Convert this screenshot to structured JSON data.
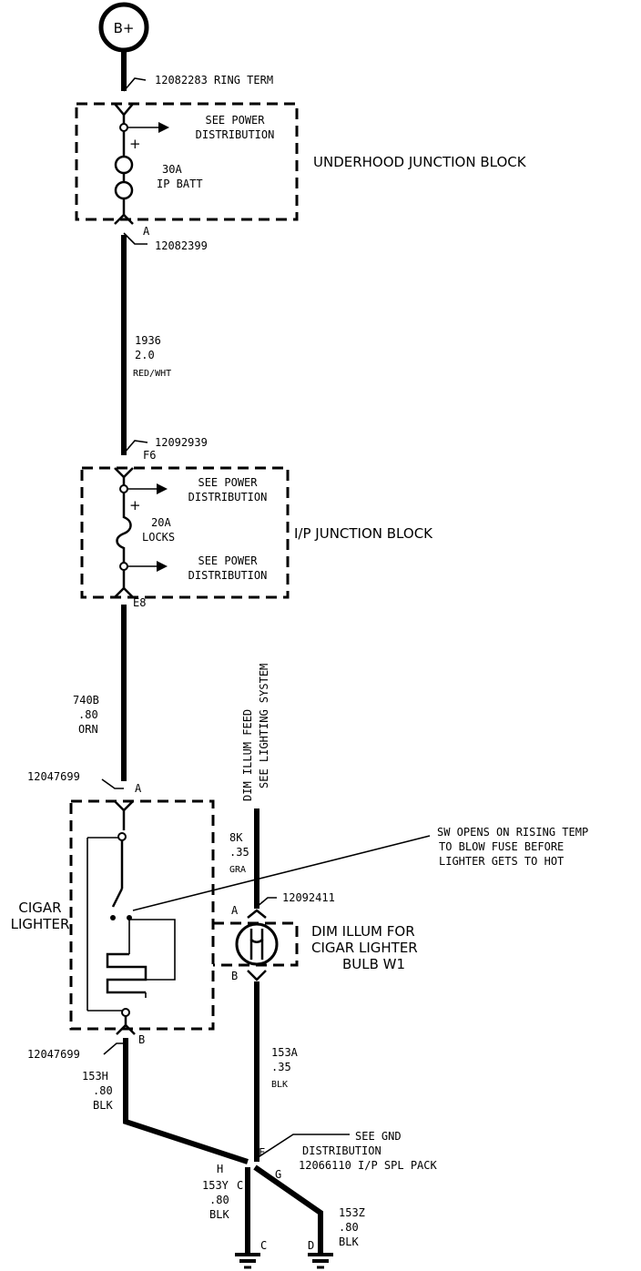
{
  "source": {
    "label": "B+"
  },
  "underhood": {
    "connector_top": "12082283  RING TERM",
    "see_power_1": "SEE POWER",
    "see_power_2": "DISTRIBUTION",
    "plus": "+",
    "fuse_amp": "30A",
    "fuse_name": "IP BATT",
    "block_name": "UNDERHOOD JUNCTION BLOCK",
    "pin_bottom": "A",
    "connector_bottom": "12082399"
  },
  "wire_1936": {
    "circuit": "1936",
    "gauge": "2.0",
    "color": "RED/WHT"
  },
  "ip_block": {
    "connector_top": "12092939",
    "pin_top": "F6",
    "see_power_a1": "SEE POWER",
    "see_power_a2": "DISTRIBUTION",
    "plus": "+",
    "fuse_amp": "20A",
    "fuse_name": "LOCKS",
    "see_power_b1": "SEE POWER",
    "see_power_b2": "DISTRIBUTION",
    "block_name": "I/P JUNCTION BLOCK",
    "pin_bottom": "E8"
  },
  "wire_740b": {
    "circuit": "740B",
    "gauge": ".80",
    "color": "ORN"
  },
  "cigar": {
    "connector_top": "12047699",
    "pin_top": "A",
    "name_1": "CIGAR",
    "name_2": "LIGHTER",
    "note_1": "SW OPENS ON RISING TEMP",
    "note_2": "TO BLOW FUSE BEFORE",
    "note_3": "LIGHTER GETS TO HOT",
    "connector_bottom": "12047699",
    "pin_bottom": "B"
  },
  "dim_feed": {
    "line_1": "DIM ILLUM FEED",
    "line_2": "SEE LIGHTING SYSTEM"
  },
  "wire_8k": {
    "circuit": "8K",
    "gauge": ".35",
    "color": "GRA"
  },
  "bulb": {
    "connector": "12092411",
    "pin_top": "A",
    "pin_bottom": "B",
    "name_1": "DIM ILLUM FOR",
    "name_2": "CIGAR LIGHTER",
    "name_3": "BULB W1"
  },
  "wire_153h": {
    "circuit": "153H",
    "gauge": ".80",
    "color": "BLK"
  },
  "wire_153a": {
    "circuit": "153A",
    "gauge": ".35",
    "color": "BLK"
  },
  "ground": {
    "see_gnd": "SEE GND",
    "distribution": "DISTRIBUTION",
    "pack": "12066110  I/P SPL PACK",
    "pin_f": "F",
    "pin_h": "H",
    "pin_g": "G",
    "pin_c": "C",
    "pin_d": "D"
  },
  "wire_153y": {
    "circuit": "153Y",
    "pin": "C",
    "gauge": ".80",
    "color": "BLK"
  },
  "wire_153z": {
    "circuit": "153Z",
    "gauge": ".80",
    "color": "BLK"
  }
}
